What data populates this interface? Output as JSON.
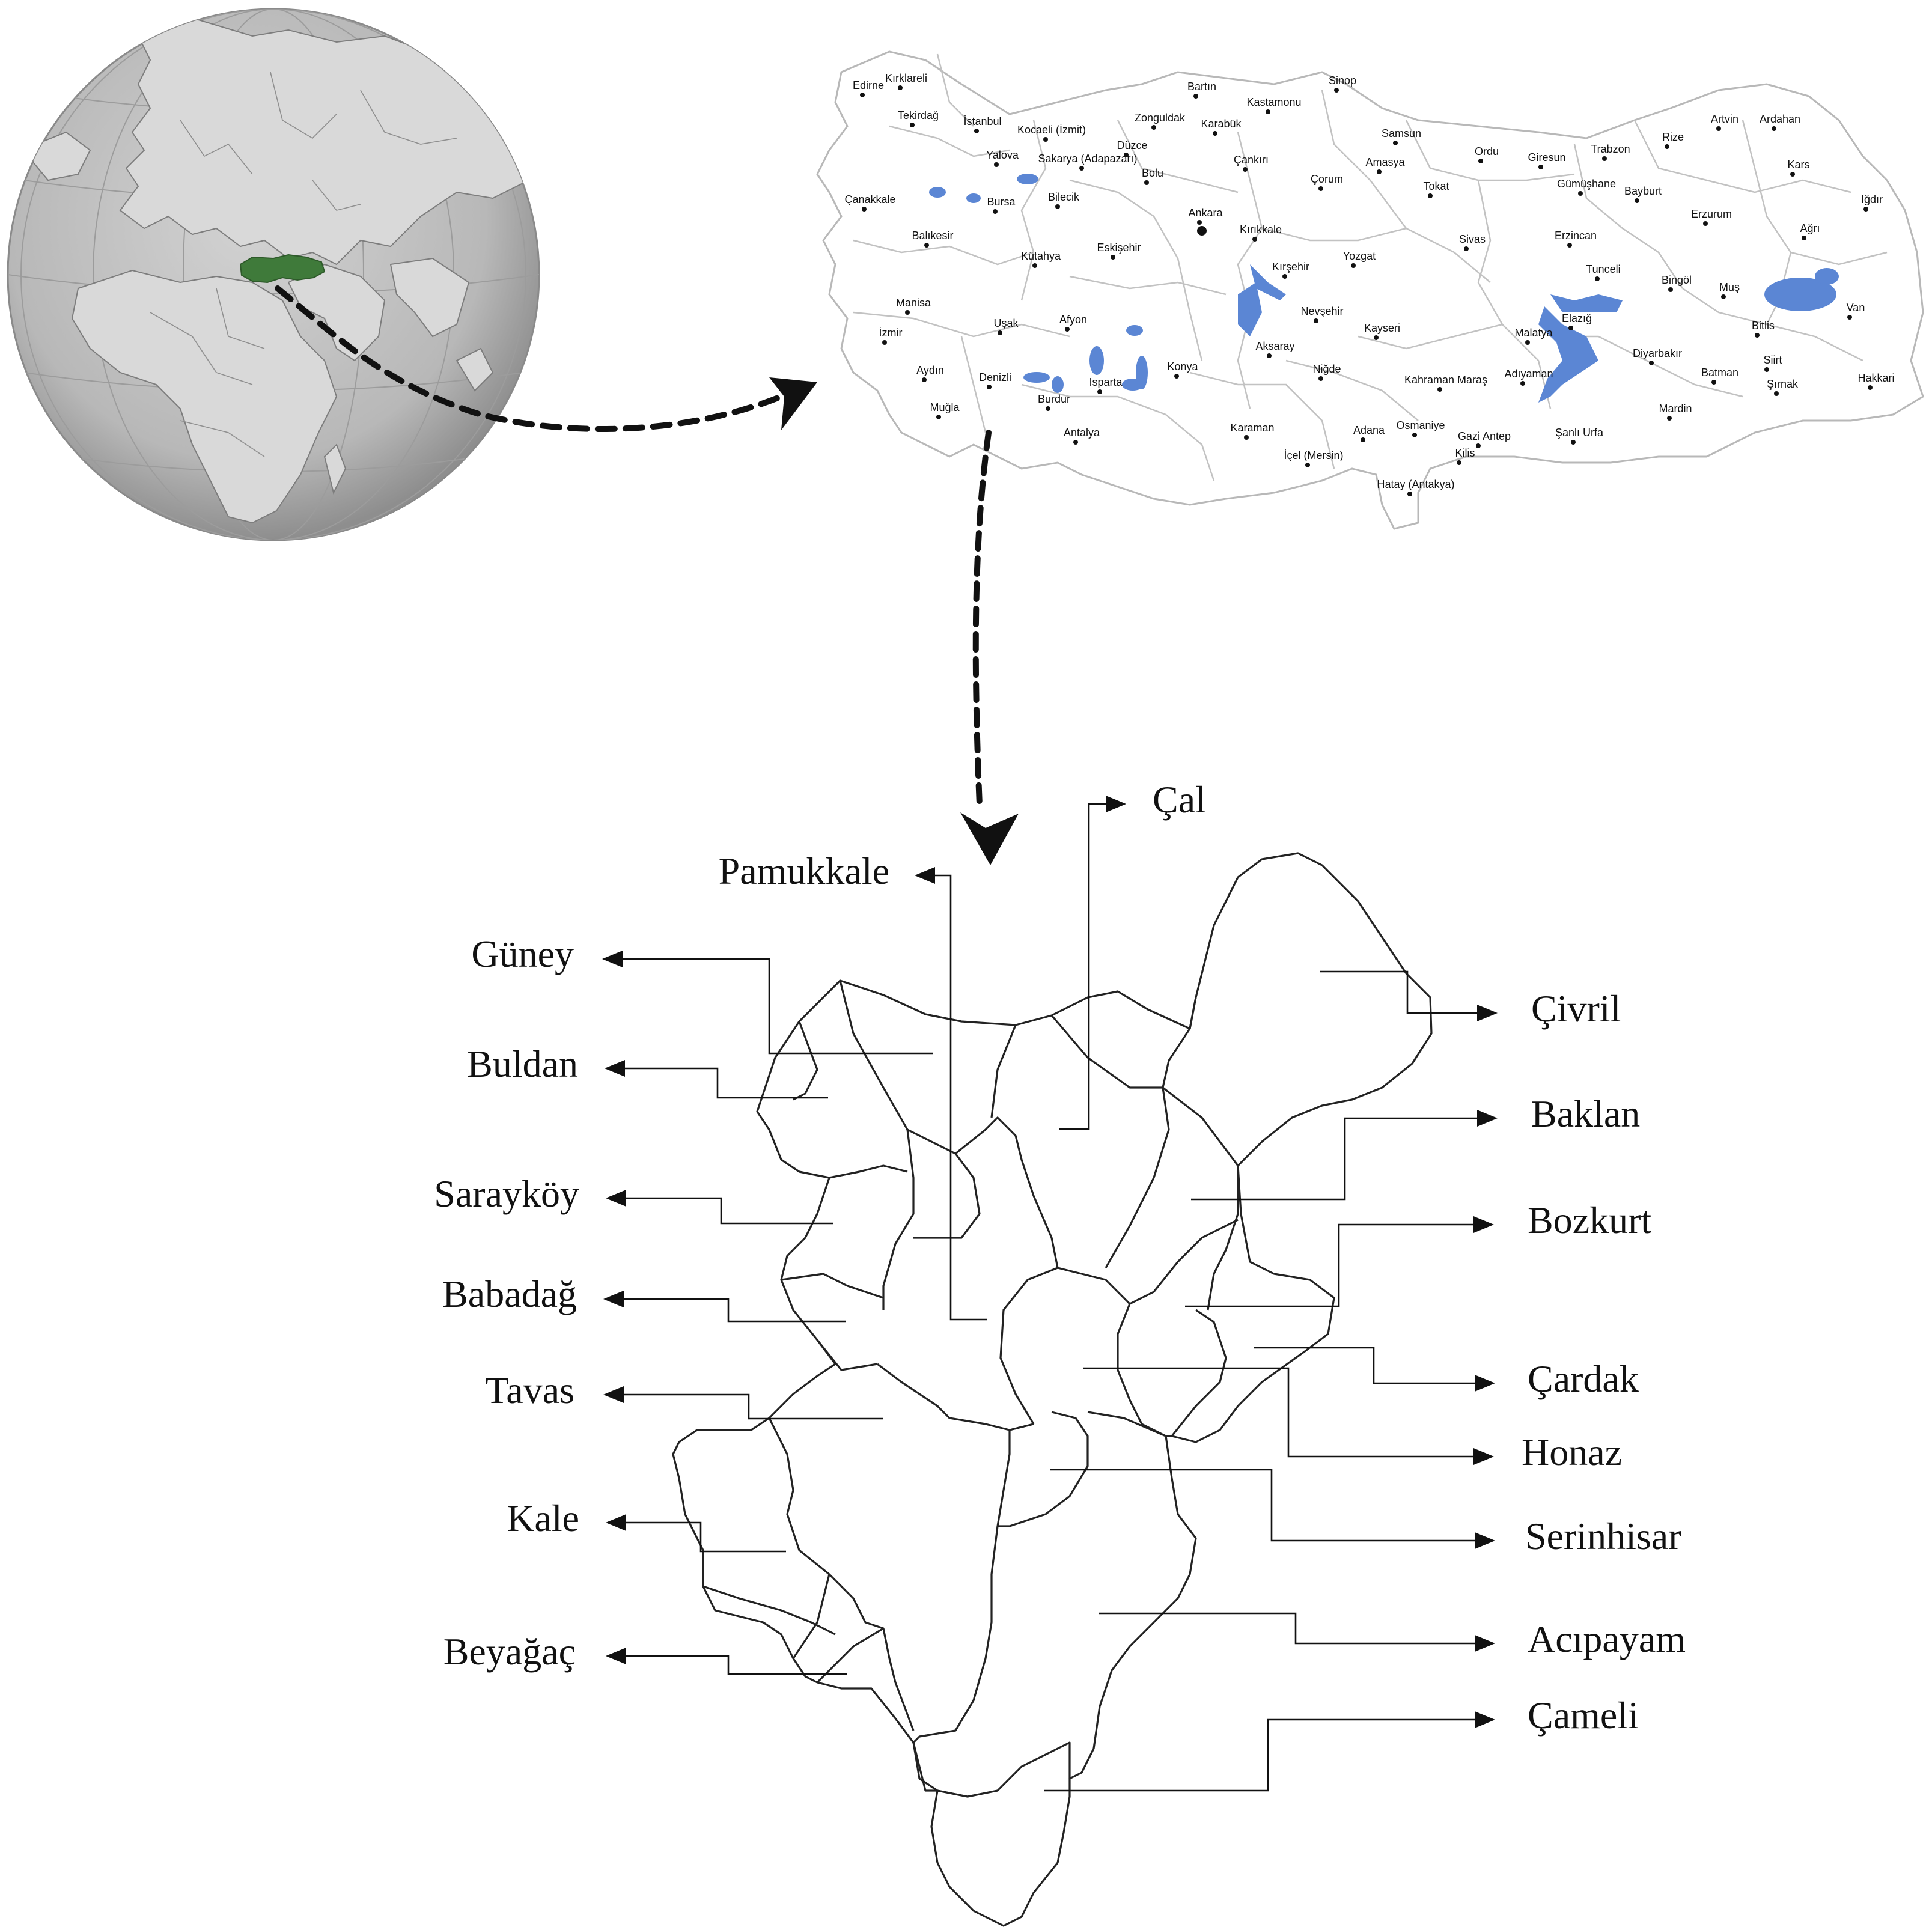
{
  "colors": {
    "highlight_country": "#3f7a3a",
    "water": "#5b86d4",
    "globe_land": "#d4d4d4",
    "globe_sea": "#b9b9b9"
  },
  "turkey_map": {
    "provinces": [
      "Edirne",
      "Kırklareli",
      "Tekirdağ",
      "İstanbul",
      "Kocaeli (İzmit)",
      "Yalova",
      "Sakarya (Adapazarı)",
      "Düzce",
      "Zonguldak",
      "Bartın",
      "Karabük",
      "Kastamonu",
      "Sinop",
      "Samsun",
      "Amasya",
      "Çorum",
      "Çankırı",
      "Bolu",
      "Bilecik",
      "Bursa",
      "Çanakkale",
      "Balıkesir",
      "Kütahya",
      "Eskişehir",
      "Ankara",
      "Kırıkkale",
      "Kırşehir",
      "Yozgat",
      "Tokat",
      "Ordu",
      "Giresun",
      "Trabzon",
      "Rize",
      "Artvin",
      "Ardahan",
      "Kars",
      "Iğdır",
      "Ağrı",
      "Erzurum",
      "Bayburt",
      "Gümüşhane",
      "Erzincan",
      "Sivas",
      "Tunceli",
      "Bingöl",
      "Muş",
      "Van",
      "Bitlis",
      "Siirt",
      "Şırnak",
      "Hakkari",
      "Batman",
      "Mardin",
      "Diyarbakır",
      "Elazığ",
      "Malatya",
      "Adıyaman",
      "Şanlı Urfa",
      "Gazi Antep",
      "Kilis",
      "Osmaniye",
      "Hatay (Antakya)",
      "Adana",
      "İçel (Mersin)",
      "Karaman",
      "Niğde",
      "Aksaray",
      "Nevşehir",
      "Kayseri",
      "Kahraman Maraş",
      "Konya",
      "Isparta",
      "Burdur",
      "Antalya",
      "Afyon",
      "Uşak",
      "Manisa",
      "İzmir",
      "Aydın",
      "Muğla",
      "Denizli"
    ]
  },
  "denizli_districts": {
    "left": [
      "Güney",
      "Buldan",
      "Sarayköy",
      "Babadağ",
      "Tavas",
      "Kale",
      "Beyağaç"
    ],
    "top": [
      "Pamukkale",
      "Çal"
    ],
    "right": [
      "Çivril",
      "Baklan",
      "Bozkurt",
      "Çardak",
      "Honaz",
      "Serinhisar",
      "Acıpayam",
      "Çameli"
    ]
  }
}
